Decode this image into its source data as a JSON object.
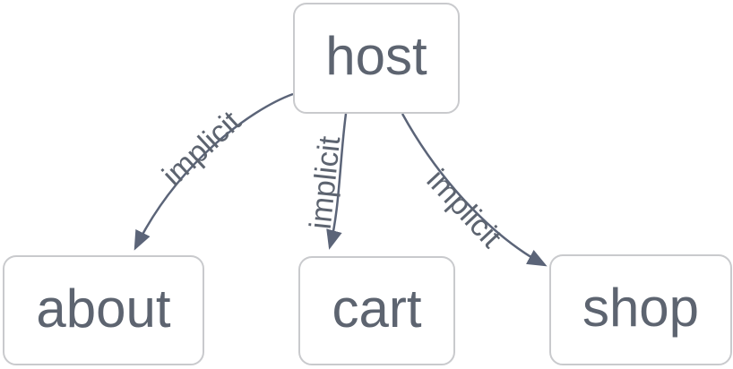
{
  "diagram": {
    "type": "graph",
    "background_color": "#ffffff",
    "colors": {
      "node_fill": "#ffffff",
      "node_border": "#c9cacd",
      "node_text": "#5d6470",
      "edge_line": "#5b6478",
      "edge_label_text": "#5d6470"
    },
    "nodes": [
      {
        "id": "host",
        "label": "host"
      },
      {
        "id": "about",
        "label": "about"
      },
      {
        "id": "cart",
        "label": "cart"
      },
      {
        "id": "shop",
        "label": "shop"
      }
    ],
    "edges": [
      {
        "from": "host",
        "to": "about",
        "label": "implicit"
      },
      {
        "from": "host",
        "to": "cart",
        "label": "implicit"
      },
      {
        "from": "host",
        "to": "shop",
        "label": "implicit"
      }
    ]
  }
}
